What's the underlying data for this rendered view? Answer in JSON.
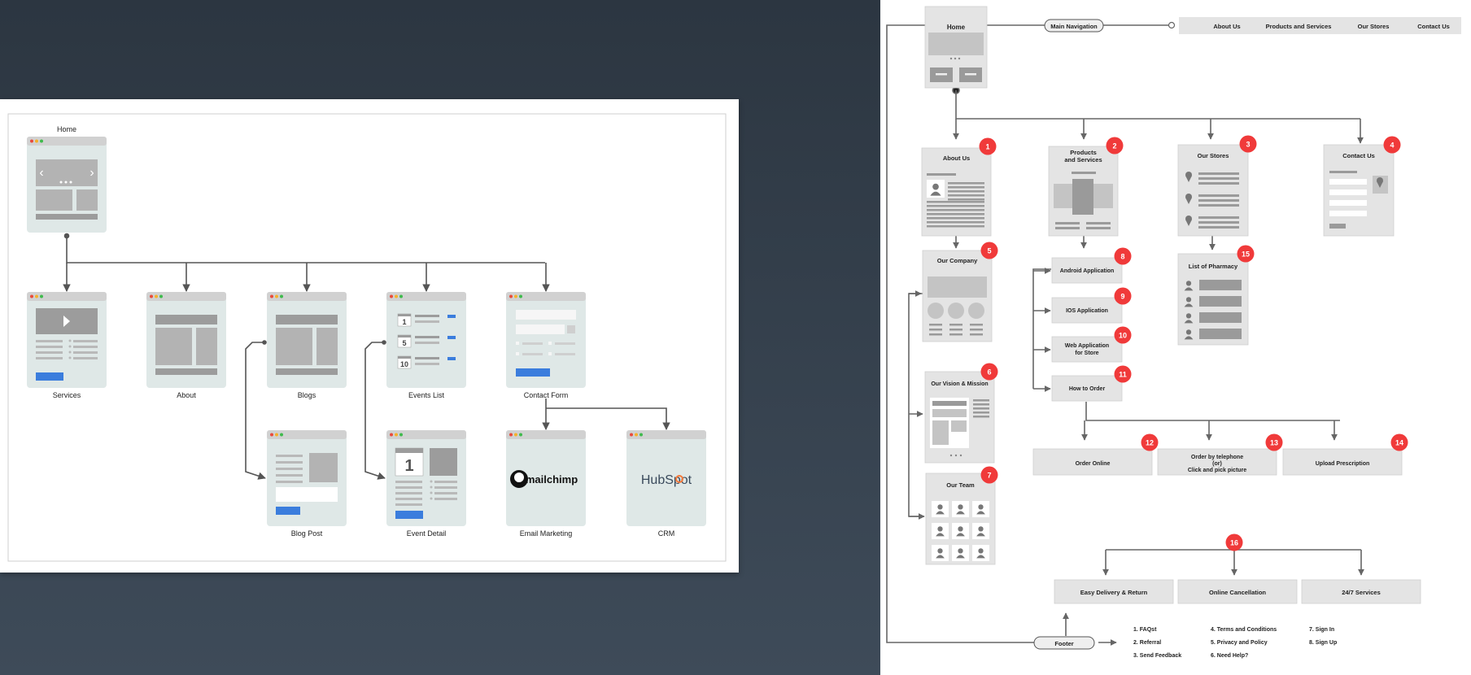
{
  "left": {
    "nodes": [
      {
        "id": "home",
        "label": "Home",
        "kind": "slider"
      },
      {
        "id": "services",
        "label": "Services",
        "kind": "video"
      },
      {
        "id": "about",
        "label": "About",
        "kind": "about"
      },
      {
        "id": "blogs",
        "label": "Blogs",
        "kind": "blogs"
      },
      {
        "id": "events",
        "label": "Events List",
        "kind": "events",
        "event_numbers": [
          "1",
          "5",
          "10"
        ]
      },
      {
        "id": "contact",
        "label": "Contact Form",
        "kind": "form"
      },
      {
        "id": "blogpost",
        "label": "Blog Post",
        "kind": "post"
      },
      {
        "id": "eventdetail",
        "label": "Event Detail",
        "kind": "detail",
        "event_number": "1"
      },
      {
        "id": "email",
        "label": "Email Marketing",
        "kind": "brand",
        "brand": "mailchimp"
      },
      {
        "id": "crm",
        "label": "CRM",
        "kind": "brand",
        "brand": "HubSpot"
      }
    ]
  },
  "right": {
    "home_label": "Home",
    "nav_label": "Main Navigation",
    "nav_items": [
      "About Us",
      "Products and Services",
      "Our Stores",
      "Contact Us"
    ],
    "pages": [
      {
        "id": "about",
        "title": "About Us",
        "badge": "1"
      },
      {
        "id": "products",
        "title": "Products and Services",
        "badge": "2"
      },
      {
        "id": "stores",
        "title": "Our Stores",
        "badge": "3"
      },
      {
        "id": "contact",
        "title": "Contact Us",
        "badge": "4"
      },
      {
        "id": "company",
        "title": "Our Company",
        "badge": "5"
      },
      {
        "id": "vision",
        "title": "Our Vision & Mission",
        "badge": "6"
      },
      {
        "id": "team",
        "title": "Our Team",
        "badge": "7"
      },
      {
        "id": "pharmacy",
        "title": "List of Pharmacy",
        "badge": "15"
      }
    ],
    "apps": [
      {
        "title": "Android Application",
        "badge": "8"
      },
      {
        "title": "IOS Application",
        "badge": "9"
      },
      {
        "title": "Web Application for Store",
        "badge": "10"
      },
      {
        "title": "How to Order",
        "badge": "11"
      }
    ],
    "order_options": [
      {
        "title": "Order Online",
        "badge": "12"
      },
      {
        "title": "Order by telephone (or) Click and pick picture",
        "badge": "13"
      },
      {
        "title": "Upload Prescription",
        "badge": "14"
      }
    ],
    "footer_badge": "16",
    "footer_items": [
      "Easy Delivery & Return",
      "Online Cancellation",
      "24/7 Services"
    ],
    "footer_label": "Footer",
    "footer_links": [
      "1. FAQst",
      "2. Referral",
      "3. Send Feedback",
      "4. Terms and Conditions",
      "5. Privacy and Policy",
      "6. Need Help?",
      "7. Sign In",
      "8. Sign Up"
    ]
  },
  "colors": {
    "background": "#2f3a46",
    "card": "#dfe8e7",
    "card_bar": "#d1d1d1",
    "gray_block": "#b3b3b3",
    "blue_button": "#3b7ddd",
    "badge": "#f03a3a",
    "wire_gray": "#e6e6e6",
    "line": "#555555"
  }
}
